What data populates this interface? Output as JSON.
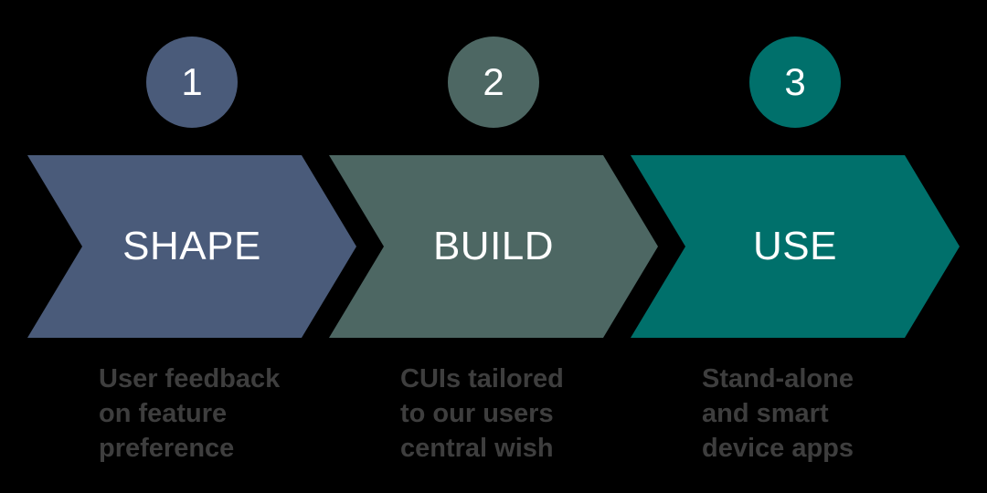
{
  "steps": [
    {
      "number": "1",
      "title": "SHAPE",
      "caption": [
        "User feedback",
        "on feature",
        "preference"
      ],
      "color": "#4a5b7a"
    },
    {
      "number": "2",
      "title": "BUILD",
      "caption": [
        "CUIs tailored",
        "to our users",
        "central wish"
      ],
      "color": "#4d6763"
    },
    {
      "number": "3",
      "title": "USE",
      "caption": [
        "Stand-alone",
        "and smart",
        "device apps"
      ],
      "color": "#00706b"
    }
  ],
  "colors": {
    "background": "#000000",
    "badge_text": "#ffffff",
    "title_text": "#ffffff",
    "caption_text": "#3e3e3e"
  }
}
